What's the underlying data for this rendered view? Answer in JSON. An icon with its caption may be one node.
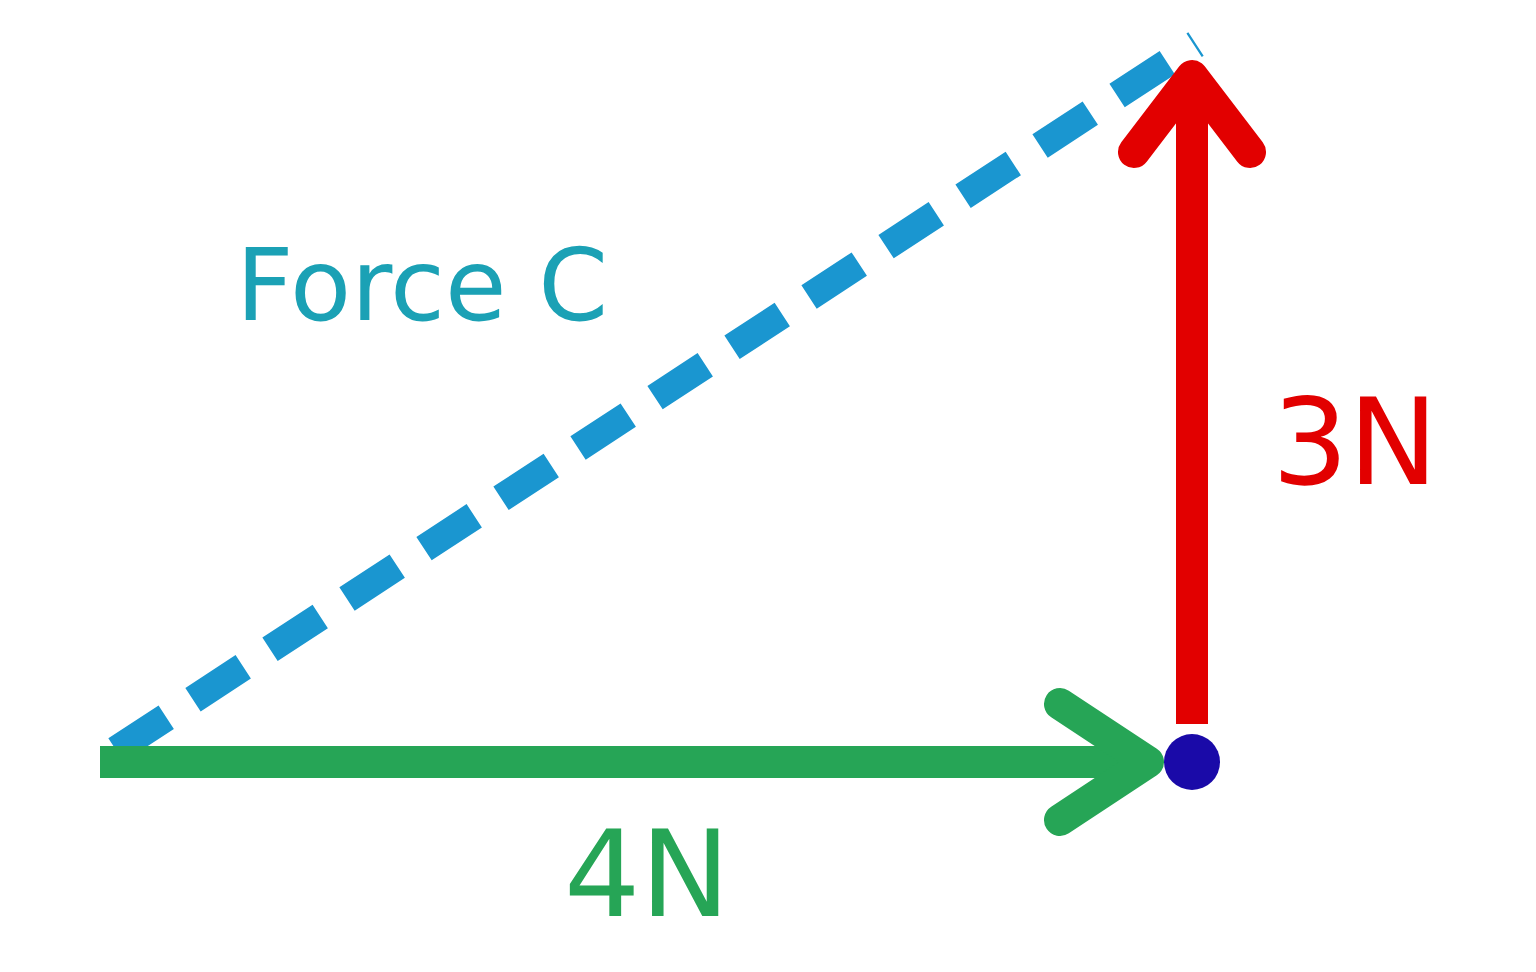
{
  "diagram": {
    "labels": [
      "Force C",
      "3N",
      "4N"
    ]
  }
}
